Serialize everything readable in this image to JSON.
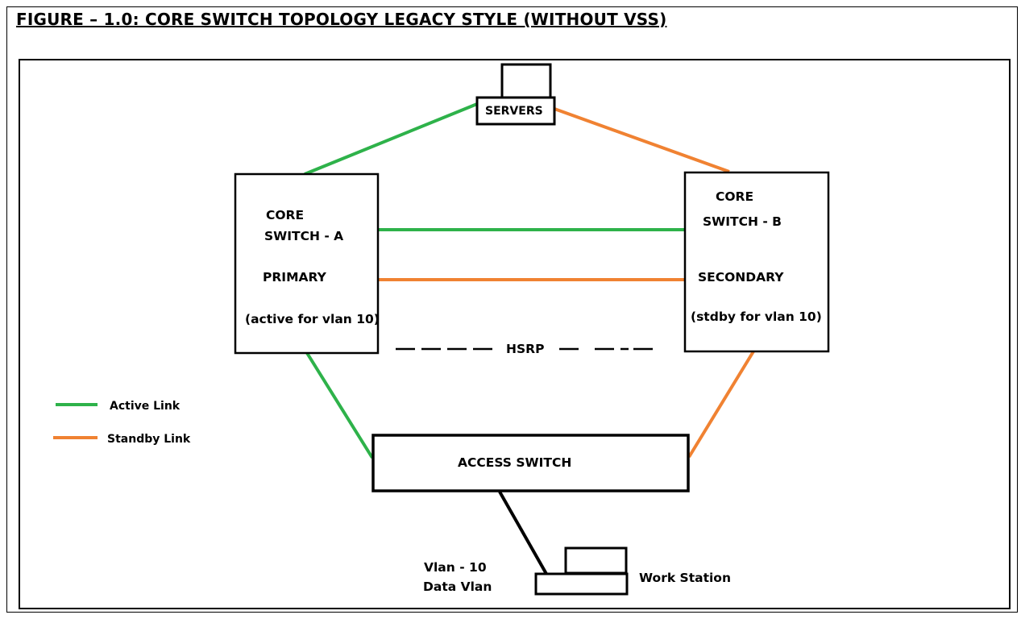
{
  "title": "FIGURE – 1.0: CORE SWITCH TOPOLOGY LEGACY STYLE (WITHOUT VSS)",
  "colors": {
    "active": "#2eb24a",
    "standby": "#f08232",
    "line": "#000000"
  },
  "nodes": {
    "servers": {
      "label": "SERVERS"
    },
    "core_a": {
      "line1": "CORE",
      "line2": "SWITCH - A",
      "role": "PRIMARY",
      "note": "(active for vlan 10)"
    },
    "core_b": {
      "line1": "CORE",
      "line2": "SWITCH - B",
      "role": "SECONDARY",
      "note": "(stdby for vlan 10)"
    },
    "access": {
      "label": "ACCESS SWITCH"
    },
    "workstation": {
      "label": "Work Station",
      "vlan_line1": "Vlan - 10",
      "vlan_line2": "Data Vlan"
    }
  },
  "hsrp_label": "HSRP",
  "legend": {
    "active_label": "Active Link",
    "standby_label": "Standby Link"
  }
}
